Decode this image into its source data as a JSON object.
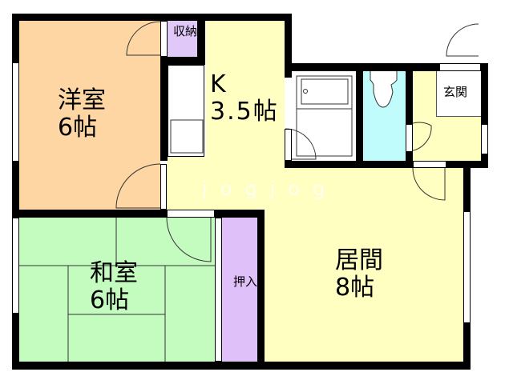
{
  "floorplan": {
    "rooms": {
      "western_room": {
        "name": "洋室",
        "size": "6帖",
        "color": "#fdd6a4"
      },
      "kitchen": {
        "name": "K",
        "size": "3.5帖",
        "color": "#ffffc2"
      },
      "storage_small": {
        "name": "収納",
        "color": "#e0c8f8"
      },
      "bathroom": {
        "color": "#ffffff"
      },
      "toilet": {
        "color": "#c0fcfc"
      },
      "entrance": {
        "name": "玄関",
        "color": "#ffffff"
      },
      "japanese_room": {
        "name": "和室",
        "size": "6帖",
        "color": "#c4fcc0"
      },
      "closet": {
        "name": "押入",
        "color": "#e0c0f8"
      },
      "living_room": {
        "name": "居間",
        "size": "8帖",
        "color": "#ffffc2"
      }
    },
    "watermark": "jogjog",
    "colors": {
      "wall": "#000000",
      "background": "#ffffff"
    }
  }
}
